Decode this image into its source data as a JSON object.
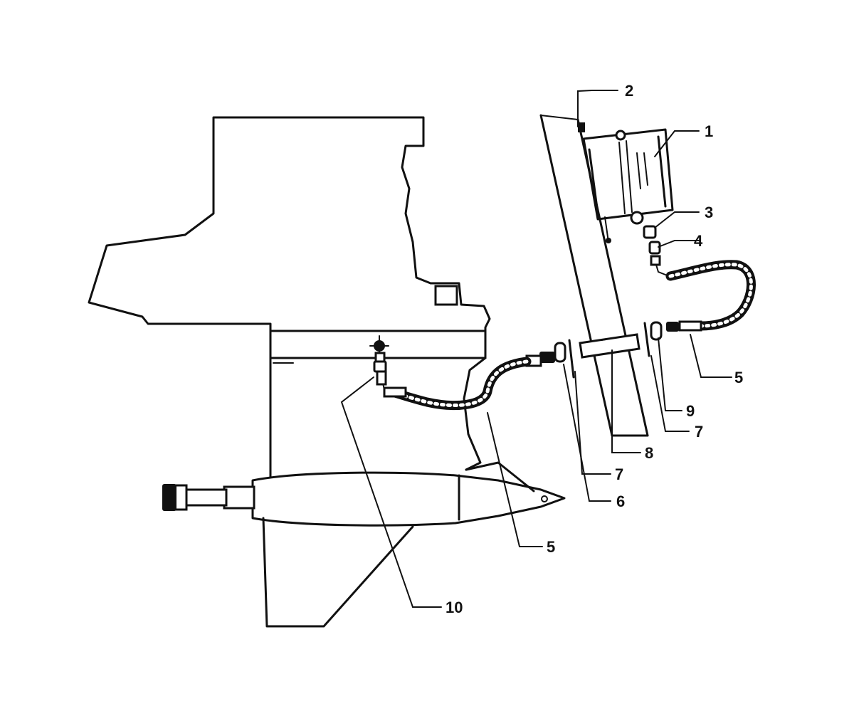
{
  "callouts": [
    {
      "id": "1",
      "text": "1"
    },
    {
      "id": "2",
      "text": "2"
    },
    {
      "id": "3",
      "text": "3"
    },
    {
      "id": "4",
      "text": "4"
    },
    {
      "id": "5a",
      "text": "5"
    },
    {
      "id": "5b",
      "text": "5"
    },
    {
      "id": "6",
      "text": "6"
    },
    {
      "id": "7a",
      "text": "7"
    },
    {
      "id": "7b",
      "text": "7"
    },
    {
      "id": "8",
      "text": "8"
    },
    {
      "id": "9",
      "text": "9"
    },
    {
      "id": "10",
      "text": "10"
    }
  ]
}
